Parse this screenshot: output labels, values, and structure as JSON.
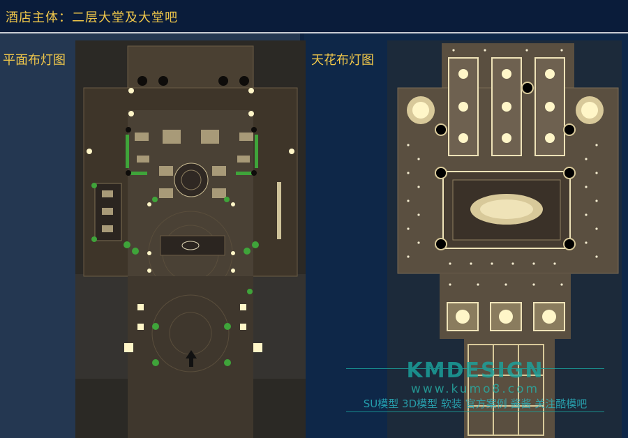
{
  "header": {
    "title": "酒店主体：二层大堂及大堂吧"
  },
  "left_panel": {
    "label": "平面布灯图"
  },
  "right_panel": {
    "label": "天花布灯图"
  },
  "watermark": {
    "logo": "KMDESIGN",
    "url": "www.kumo8.com",
    "tagline": "SU模型 3D模型 软装 官方案例 酱酱 关注酷模吧"
  },
  "colors": {
    "accent_text": "#f0c74a",
    "header_bg": "#0a1c3a",
    "plan_floor": "#3d3429",
    "ceiling_base": "#5a4f40",
    "light_glow": "#fff6c8",
    "plant_green": "#3fa43a"
  }
}
